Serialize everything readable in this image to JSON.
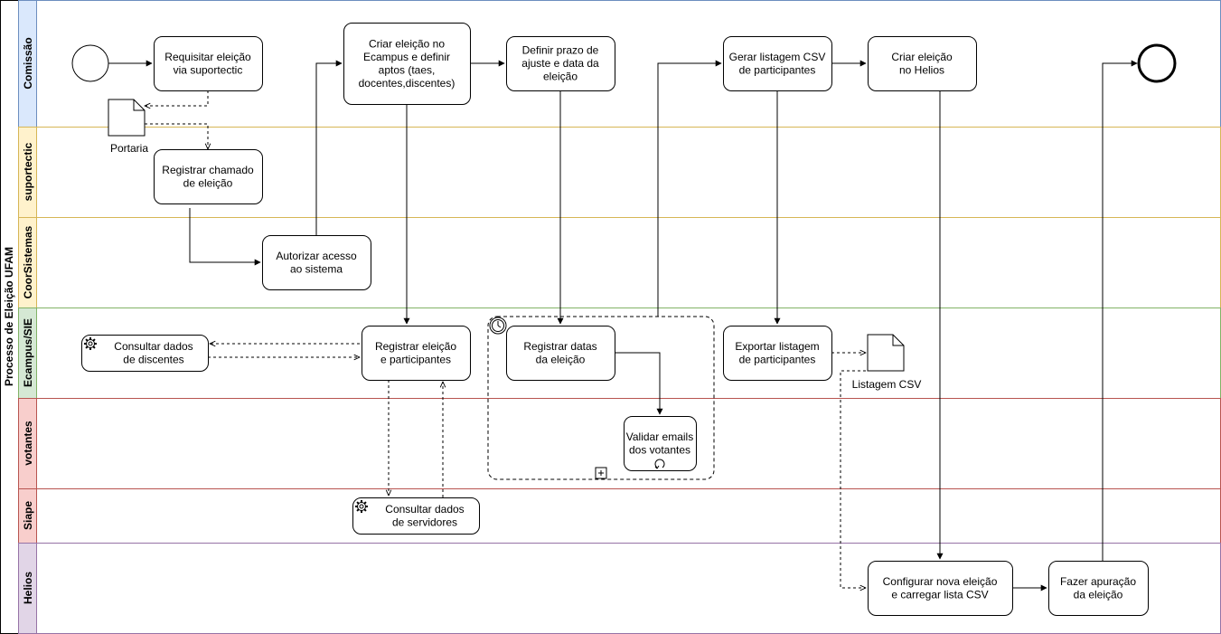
{
  "pool": {
    "title": "Processo de Eleição UFAM"
  },
  "lanes": [
    {
      "id": "comissao",
      "label": "Comissão",
      "fill": "#dae8fc",
      "stroke": "#6c8ebf"
    },
    {
      "id": "suportectic",
      "label": "suportectic",
      "fill": "#fff2cc",
      "stroke": "#d6b656"
    },
    {
      "id": "coorsistemas",
      "label": "CoorSistemas",
      "fill": "#fff2cc",
      "stroke": "#d6b656"
    },
    {
      "id": "ecampus",
      "label": "Ecampus/SIE",
      "fill": "#d5e8d4",
      "stroke": "#82b366"
    },
    {
      "id": "votantes",
      "label": "votantes",
      "fill": "#f8cecc",
      "stroke": "#b85450"
    },
    {
      "id": "siape",
      "label": "Siape",
      "fill": "#f8cecc",
      "stroke": "#b85450"
    },
    {
      "id": "helios",
      "label": "Helios",
      "fill": "#e1d5e7",
      "stroke": "#9673a6"
    }
  ],
  "tasks": {
    "requisitar": {
      "lines": [
        "Requisitar eleição",
        "via suportectic"
      ]
    },
    "registrar_chamado": {
      "lines": [
        "Registrar chamado",
        "de eleição"
      ]
    },
    "autorizar": {
      "lines": [
        "Autorizar acesso",
        "ao sistema"
      ]
    },
    "criar_ecampus": {
      "lines": [
        "Criar eleição no",
        "Ecampus e definir",
        "aptos (taes,",
        "docentes,discentes)"
      ]
    },
    "definir_prazo": {
      "lines": [
        "Definir prazo de",
        "ajuste e data da",
        "eleição"
      ]
    },
    "gerar_csv": {
      "lines": [
        "Gerar listagem CSV",
        "de participantes"
      ]
    },
    "criar_helios": {
      "lines": [
        "Criar eleição",
        "no Helios"
      ]
    },
    "registrar_eleicao": {
      "lines": [
        "Registrar eleição",
        "e participantes"
      ]
    },
    "consultar_discentes": {
      "lines": [
        "Consultar dados",
        "de discentes"
      ]
    },
    "registrar_datas": {
      "lines": [
        "Registrar datas",
        "da eleição"
      ]
    },
    "validar_emails": {
      "lines": [
        "Validar emails",
        "dos votantes"
      ]
    },
    "exportar": {
      "lines": [
        "Exportar listagem",
        "de participantes"
      ]
    },
    "consultar_servidores": {
      "lines": [
        "Consultar dados",
        "de servidores"
      ]
    },
    "configurar": {
      "lines": [
        "Configurar nova eleição",
        "e carregar lista CSV"
      ]
    },
    "apuracao": {
      "lines": [
        "Fazer apuração",
        "da eleição"
      ]
    }
  },
  "documents": {
    "portaria": {
      "label": "Portaria"
    },
    "listagem_csv": {
      "label": "Listagem CSV"
    }
  },
  "colors": {
    "line": "#000000",
    "task_fill": "#ffffff"
  }
}
